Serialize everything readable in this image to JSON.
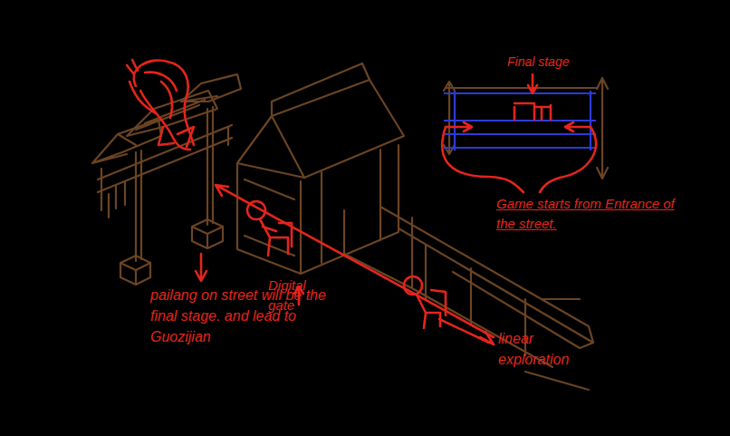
{
  "diagram": {
    "labels": [
      "Final stage",
      "Game starts from Entrance of the street.",
      "pailang on street will be the final stage. and lead to Guozijian",
      "Digital gate",
      "linear exploration"
    ]
  }
}
